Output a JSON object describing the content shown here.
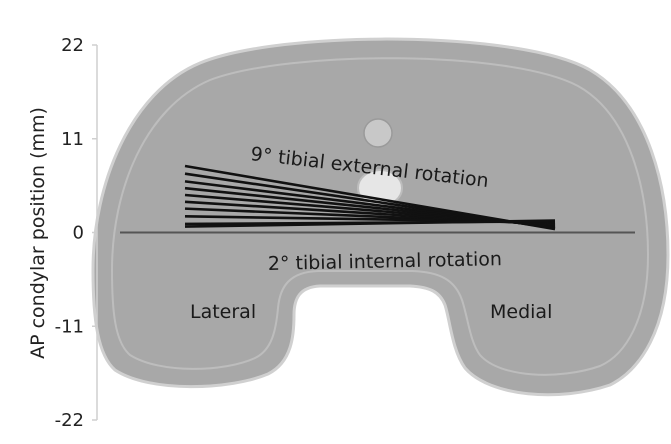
{
  "chart_data": {
    "type": "line",
    "ylabel": "AP condylar position (mm)",
    "xlabel": "",
    "ylim": [
      -22,
      22
    ],
    "yticks": [
      22,
      11,
      0,
      -11,
      -22
    ],
    "x_categories": [
      "Lateral",
      "Medial"
    ],
    "series": [
      {
        "values": [
          7.8,
          0.4
        ]
      },
      {
        "values": [
          6.9,
          0.5
        ]
      },
      {
        "values": [
          6.0,
          0.6
        ]
      },
      {
        "values": [
          5.2,
          0.7
        ]
      },
      {
        "values": [
          4.4,
          0.8
        ]
      },
      {
        "values": [
          3.6,
          0.9
        ]
      },
      {
        "values": [
          2.8,
          1.0
        ]
      },
      {
        "values": [
          1.9,
          1.2
        ]
      },
      {
        "values": [
          1.0,
          1.3
        ]
      },
      {
        "values": [
          0.7,
          1.4
        ]
      }
    ],
    "annotations": {
      "external": "9° tibial external rotation",
      "internal": "2° tibial internal rotation"
    },
    "colors": {
      "tray": "#aaaaaa",
      "tray_edge": "#c4c4c4",
      "lines": "#111111",
      "axis": "#444444"
    }
  }
}
